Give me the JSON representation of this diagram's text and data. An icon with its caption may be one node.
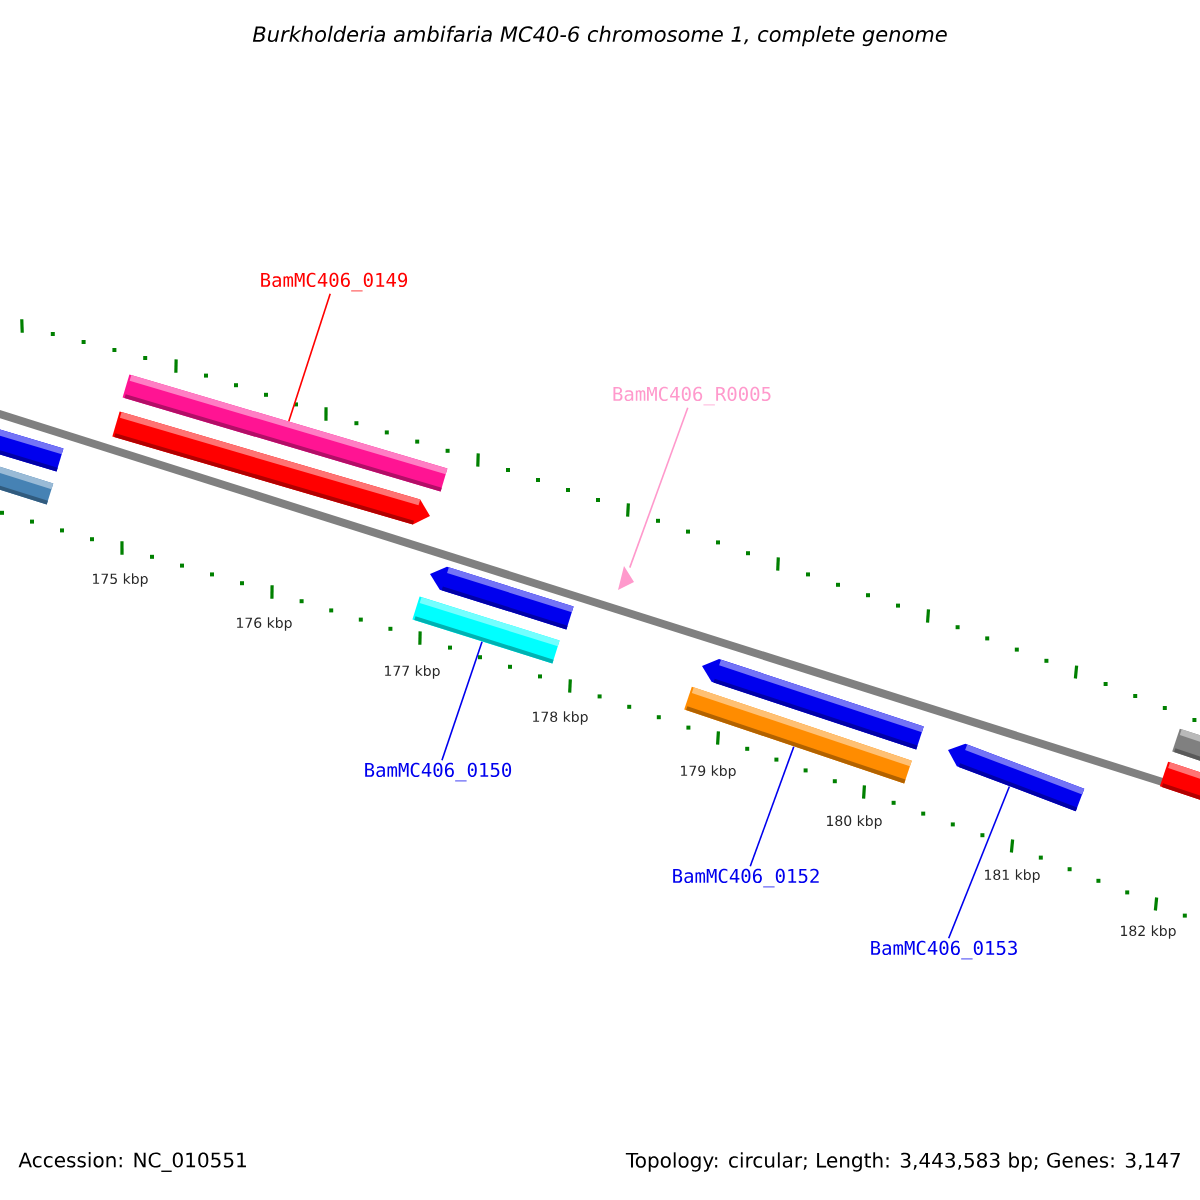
{
  "diagram": {
    "title": "Burkholderia ambifaria MC40-6 chromosome 1, complete genome",
    "nodes": [
      {
        "text": [],
        "shape": "bar"
      },
      {
        "text": [],
        "shape": "bar"
      },
      {
        "text": [
          "BamMC406_0149"
        ]
      },
      {
        "text": [],
        "shape": "bar"
      },
      {
        "text": [],
        "shape": "bar"
      },
      {
        "text": [
          "BamMC406_R0005"
        ]
      },
      {
        "text": [],
        "shape": "triangle"
      },
      {
        "text": [
          "BamMC406_0150"
        ]
      },
      {
        "text": [],
        "shape": "bar"
      },
      {
        "text": [],
        "shape": "bar"
      },
      {
        "text": [
          "BamMC406_0152"
        ]
      },
      {
        "text": [],
        "shape": "bar"
      },
      {
        "text": [],
        "shape": "bar"
      },
      {
        "text": [
          "BamMC406_0153"
        ]
      },
      {
        "text": [],
        "shape": "bar"
      },
      {
        "text": [],
        "shape": "bar"
      },
      {
        "text": [],
        "shape": "bar"
      }
    ],
    "edges": [
      {
        "from": 2,
        "to": 3,
        "arrow": "none",
        "color": "#ff0000"
      },
      {
        "from": 5,
        "to": 6,
        "arrow": "none",
        "color": "#ff99cc"
      },
      {
        "from": 7,
        "to": 9,
        "arrow": "none"
      },
      {
        "from": 10,
        "to": 12,
        "arrow": "none"
      },
      {
        "from": 13,
        "to": 14,
        "arrow": "none"
      }
    ],
    "labels": [
      "175 kbp",
      "176 kbp",
      "177 kbp",
      "178 kbp",
      "179 kbp",
      "180 kbp",
      "181 kbp",
      "182 kbp",
      "Accession: NC_010551",
      "Topology: circular; Length: 3,443,583 bp; Genes: 3,147"
    ]
  }
}
